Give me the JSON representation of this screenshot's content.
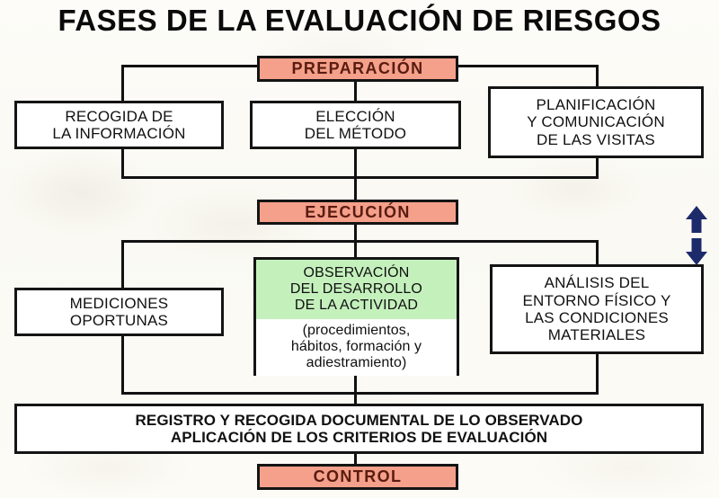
{
  "title": "FASES DE LA EVALUACIÓN DE RIESGOS",
  "colors": {
    "phase_fill": "#f4a08b",
    "phase_text": "#5a1c10",
    "observation_fill": "#c4f0bc",
    "box_border": "#141414",
    "box_fill": "#ffffff",
    "arrow": "#1d2b6b",
    "background": "#fbfaf5"
  },
  "phases": {
    "preparation": "PREPARACIÓN",
    "execution": "EJECUCIÓN",
    "control": "CONTROL"
  },
  "preparation_steps": [
    {
      "name": "recogida",
      "lines": [
        "RECOGIDA DE",
        "LA INFORMACIÓN"
      ]
    },
    {
      "name": "eleccion",
      "lines": [
        "ELECCIÓN",
        "DEL MÉTODO"
      ]
    },
    {
      "name": "planificacion",
      "lines": [
        "PLANIFICACIÓN",
        "Y COMUNICACIÓN",
        "DE LAS VISITAS"
      ]
    }
  ],
  "execution_steps": [
    {
      "name": "mediciones",
      "lines": [
        "MEDICIONES",
        "OPORTUNAS"
      ]
    },
    {
      "name": "observacion",
      "heading_lines": [
        "OBSERVACIÓN",
        "DEL DESARROLLO",
        "DE LA ACTIVIDAD"
      ],
      "note_lines": [
        "(procedimientos,",
        "hábitos, formación y",
        "adiestramiento)"
      ]
    },
    {
      "name": "analisis",
      "lines": [
        "ANÁLISIS DEL",
        "ENTORNO FÍSICO Y",
        "LAS CONDICIONES",
        "MATERIALES"
      ]
    }
  ],
  "record_box": {
    "lines": [
      "REGISTRO Y RECOGIDA DOCUMENTAL DE LO OBSERVADO",
      "APLICACIÓN DE LOS CRITERIOS DE EVALUACIÓN"
    ]
  },
  "annotations": {
    "double_arrow": "up-down-arrow"
  }
}
